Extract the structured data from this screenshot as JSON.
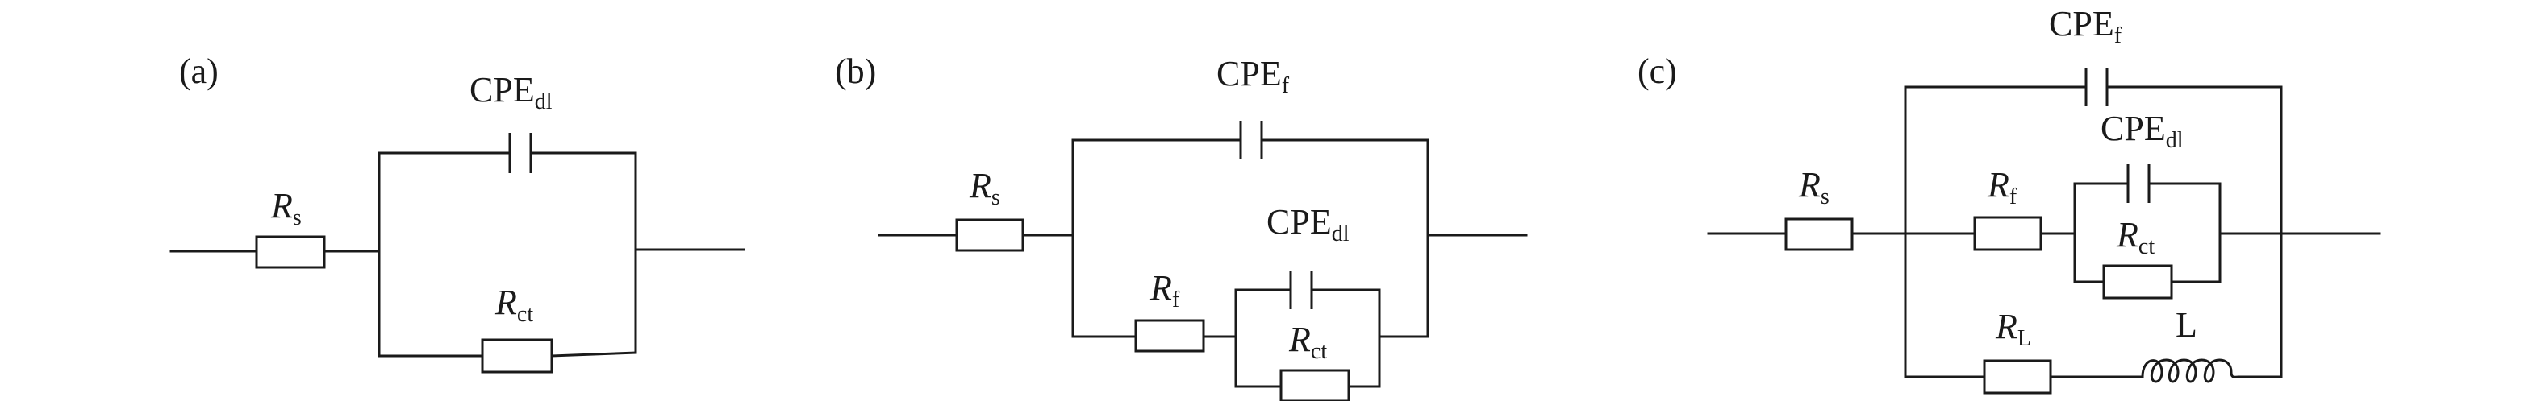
{
  "panels": [
    {
      "label": "(a)",
      "components": {
        "rs": {
          "main": "R",
          "sub": "s"
        },
        "cpe_dl": {
          "main": "CPE",
          "sub": "dl"
        },
        "rct": {
          "main": "R",
          "sub": "ct"
        }
      }
    },
    {
      "label": "(b)",
      "components": {
        "rs": {
          "main": "R",
          "sub": "s"
        },
        "cpe_f": {
          "main": "CPE",
          "sub": "f"
        },
        "rf": {
          "main": "R",
          "sub": "f"
        },
        "cpe_dl": {
          "main": "CPE",
          "sub": "dl"
        },
        "rct": {
          "main": "R",
          "sub": "ct"
        }
      }
    },
    {
      "label": "(c)",
      "components": {
        "rs": {
          "main": "R",
          "sub": "s"
        },
        "cpe_f": {
          "main": "CPE",
          "sub": "f"
        },
        "rf": {
          "main": "R",
          "sub": "f"
        },
        "cpe_dl": {
          "main": "CPE",
          "sub": "dl"
        },
        "rct": {
          "main": "R",
          "sub": "ct"
        },
        "rl": {
          "main": "R",
          "sub": "L"
        },
        "inductor": {
          "main": "L"
        }
      }
    }
  ]
}
